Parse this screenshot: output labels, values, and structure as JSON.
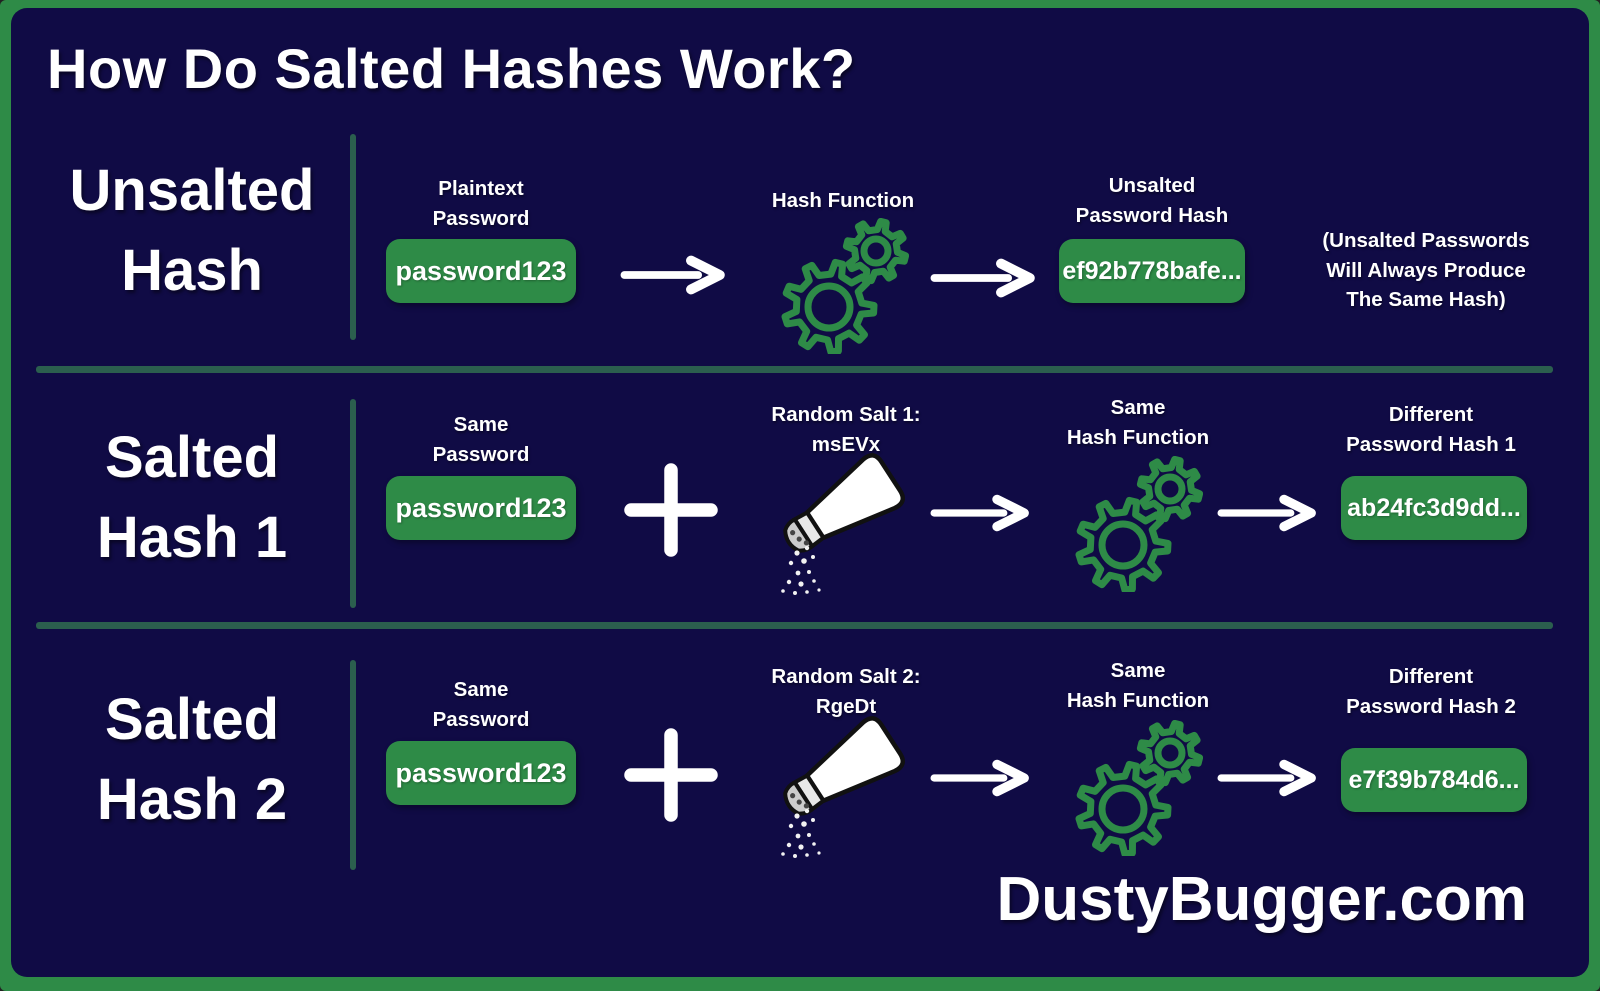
{
  "page": {
    "title": "How Do Salted Hashes Work?",
    "footer": "DustyBugger.com"
  },
  "colors": {
    "frame_green": "#2e8b47",
    "panel_navy": "#100b45",
    "box_green": "#2e8b47",
    "gear_green": "#2e8b47",
    "separator_green": "#2b5f4e",
    "text_white": "#ffffff"
  },
  "icons": {
    "gears": "hash-function-gears-icon",
    "salt_shaker": "salt-shaker-icon",
    "arrow": "arrow-right-icon",
    "plus": "plus-icon"
  },
  "rows": {
    "unsalted": {
      "label": [
        "Unsalted",
        "Hash"
      ],
      "password_label": [
        "Plaintext",
        "Password"
      ],
      "password_value": "password123",
      "hash_function_label": "Hash Function",
      "hash_label": [
        "Unsalted",
        "Password Hash"
      ],
      "hash_value": "ef92b778bafe...",
      "note": [
        "(Unsalted Passwords",
        "Will Always Produce",
        "The Same Hash)"
      ]
    },
    "salted1": {
      "label": [
        "Salted",
        "Hash 1"
      ],
      "password_label": [
        "Same",
        "Password"
      ],
      "password_value": "password123",
      "salt_label": [
        "Random Salt 1:",
        "msEVx"
      ],
      "hash_function_label": [
        "Same",
        "Hash Function"
      ],
      "hash_label": [
        "Different",
        "Password Hash 1"
      ],
      "hash_value": "ab24fc3d9dd..."
    },
    "salted2": {
      "label": [
        "Salted",
        "Hash 2"
      ],
      "password_label": [
        "Same",
        "Password"
      ],
      "password_value": "password123",
      "salt_label": [
        "Random Salt 2:",
        "RgeDt"
      ],
      "hash_function_label": [
        "Same",
        "Hash Function"
      ],
      "hash_label": [
        "Different",
        "Password Hash 2"
      ],
      "hash_value": "e7f39b784d6..."
    }
  }
}
